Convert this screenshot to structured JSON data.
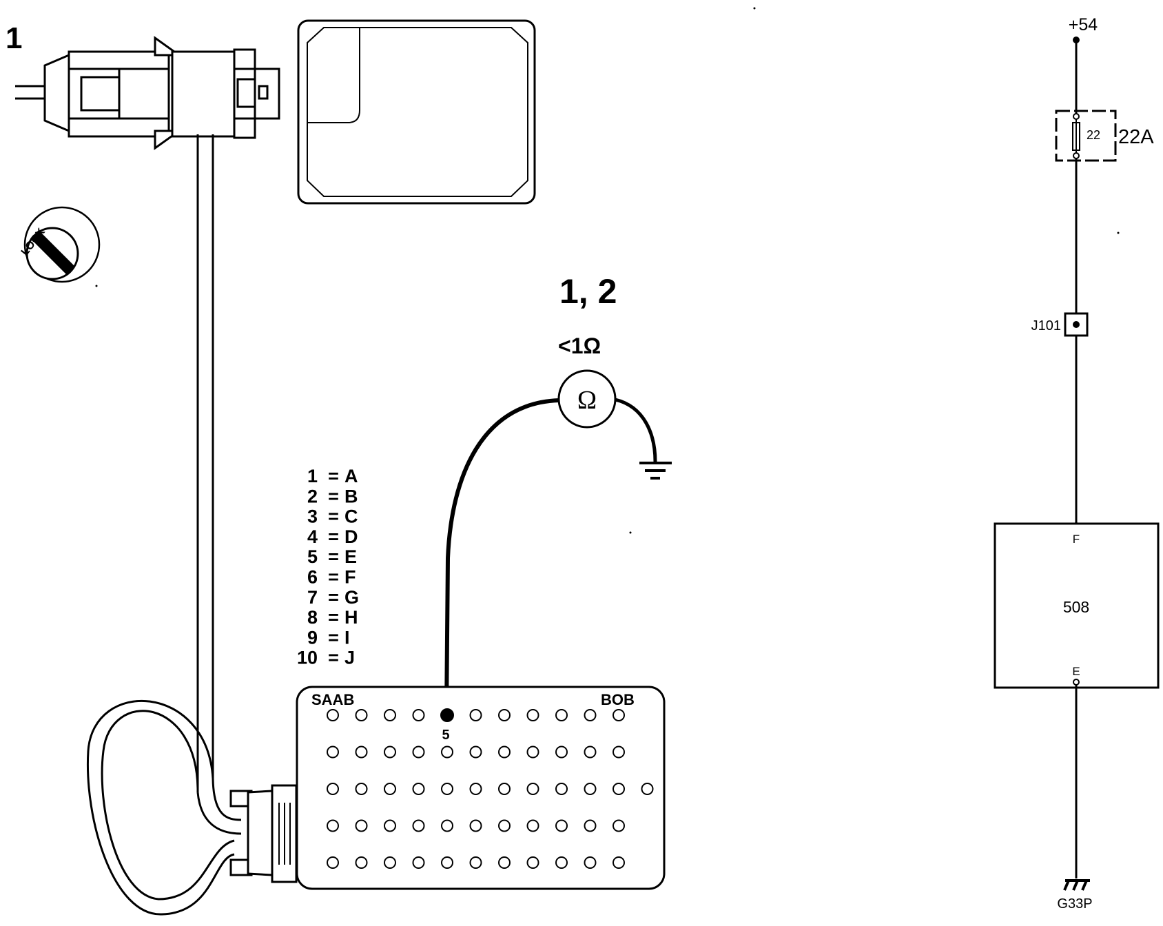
{
  "step_number": "1",
  "ignition": {
    "lock_label": "LOCK"
  },
  "measurement": {
    "steps": "1, 2",
    "requirement": "<1Ω",
    "meter_symbol": "Ω"
  },
  "pin_mapping": [
    {
      "pin": "1",
      "eq": "=",
      "letter": "A"
    },
    {
      "pin": "2",
      "eq": "=",
      "letter": "B"
    },
    {
      "pin": "3",
      "eq": "=",
      "letter": "C"
    },
    {
      "pin": "4",
      "eq": "=",
      "letter": "D"
    },
    {
      "pin": "5",
      "eq": "=",
      "letter": "E"
    },
    {
      "pin": "6",
      "eq": "=",
      "letter": "F"
    },
    {
      "pin": "7",
      "eq": "=",
      "letter": "G"
    },
    {
      "pin": "8",
      "eq": "=",
      "letter": "H"
    },
    {
      "pin": "9",
      "eq": "=",
      "letter": "I"
    },
    {
      "pin": "10",
      "eq": "=",
      "letter": "J"
    }
  ],
  "bob": {
    "brand": "SAAB",
    "name": "BOB",
    "probe_pin": "5",
    "rows": [
      11,
      11,
      12,
      11,
      11
    ]
  },
  "schematic": {
    "supply": "+54",
    "fuse_number": "22",
    "fuse_rating": "22A",
    "junction": "J101",
    "module": "508",
    "module_pin_top": "F",
    "module_pin_bottom": "E",
    "ground": "G33P"
  }
}
